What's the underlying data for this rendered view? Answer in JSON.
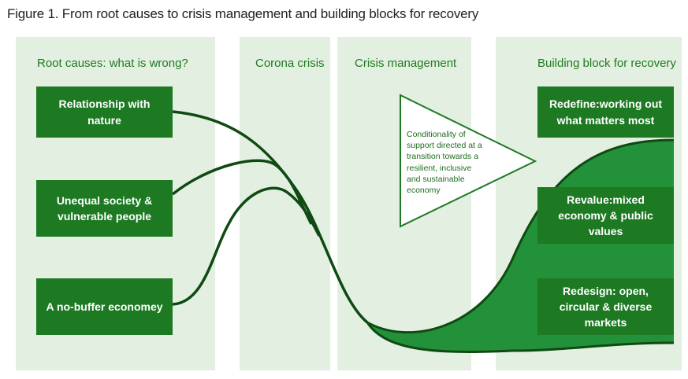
{
  "figure": {
    "title": "Figure 1. From root causes to crisis management and building blocks for recovery"
  },
  "columns": {
    "root_causes": "Root causes: what is wrong?",
    "corona_crisis": "Corona crisis",
    "crisis_management": "Crisis management",
    "building_blocks": "Building block for recovery"
  },
  "root_causes": [
    "Relationship with nature",
    "Unequal society &\nvulnerable people",
    "A no-buffer economey"
  ],
  "crisis_management_note": "Conditionality of\nsupport directed at a\ntransition towards a\nresilient, inclusive\nand sustainable\neconomy",
  "building_blocks": [
    "Redefine:working out\nwhat matters most",
    "Revalue:mixed\neconomy & public values",
    "Redesign: open,\ncircular & diverse markets"
  ],
  "colors": {
    "column_bg": "#e3f0e1",
    "box_fill": "#1d7a23",
    "curve": "#0f4a12",
    "area_fill": "#23913a",
    "header_text": "#1f7a1f"
  }
}
